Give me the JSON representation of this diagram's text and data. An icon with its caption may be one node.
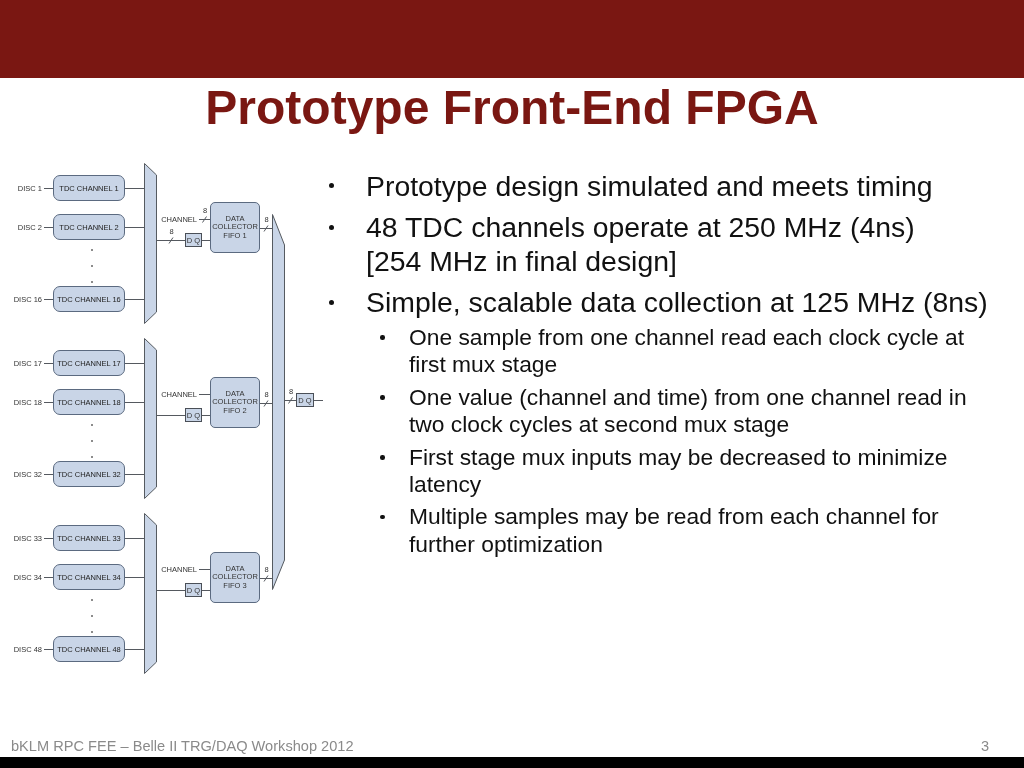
{
  "diagram": {
    "title": "Prototype Front-End FPGA",
    "nodes": [
      {
        "text": [
          "DISC 1"
        ]
      },
      {
        "text": [
          "TDC CHANNEL 1"
        ]
      },
      {
        "text": [
          "DISC 2"
        ]
      },
      {
        "text": [
          "TDC CHANNEL 2"
        ]
      },
      {
        "text": [
          "DISC 16"
        ]
      },
      {
        "text": [
          "TDC CHANNEL 16"
        ]
      },
      {
        "text": [],
        "shape": "trapezoid"
      },
      {
        "text": [
          "CHANNEL"
        ]
      },
      {
        "text": [
          "D Q"
        ]
      },
      {
        "text": [
          "DATA COLLECTOR FIFO 1"
        ]
      },
      {
        "text": [
          "DISC 17"
        ]
      },
      {
        "text": [
          "TDC CHANNEL 17"
        ]
      },
      {
        "text": [
          "DISC 18"
        ]
      },
      {
        "text": [
          "TDC CHANNEL 18"
        ]
      },
      {
        "text": [
          "DISC 32"
        ]
      },
      {
        "text": [
          "TDC CHANNEL 32"
        ]
      },
      {
        "text": [],
        "shape": "trapezoid"
      },
      {
        "text": [
          "CHANNEL"
        ]
      },
      {
        "text": [
          "D Q"
        ]
      },
      {
        "text": [
          "DATA COLLECTOR FIFO 2"
        ]
      },
      {
        "text": [
          "DISC 33"
        ]
      },
      {
        "text": [
          "TDC CHANNEL 33"
        ]
      },
      {
        "text": [
          "DISC 34"
        ]
      },
      {
        "text": [
          "TDC CHANNEL 34"
        ]
      },
      {
        "text": [
          "DISC 48"
        ]
      },
      {
        "text": [
          "TDC CHANNEL 48"
        ]
      },
      {
        "text": [],
        "shape": "trapezoid"
      },
      {
        "text": [
          "CHANNEL"
        ]
      },
      {
        "text": [
          "D Q"
        ]
      },
      {
        "text": [
          "DATA COLLECTOR FIFO 3"
        ]
      },
      {
        "text": [],
        "shape": "trapezoid"
      },
      {
        "text": [
          "D Q"
        ]
      }
    ],
    "edges": [
      {
        "from": 0,
        "to": 1,
        "arrow": "none"
      },
      {
        "from": 1,
        "to": 6,
        "arrow": "none"
      },
      {
        "from": 2,
        "to": 3,
        "arrow": "none"
      },
      {
        "from": 3,
        "to": 6,
        "arrow": "none"
      },
      {
        "from": 4,
        "to": 5,
        "arrow": "none"
      },
      {
        "from": 5,
        "to": 6,
        "arrow": "none"
      },
      {
        "from": 6,
        "to": 8,
        "arrow": "none",
        "label": "8"
      },
      {
        "from": 7,
        "to": 9,
        "arrow": "none",
        "label": "8"
      },
      {
        "from": 8,
        "to": 9,
        "arrow": "none"
      },
      {
        "from": 9,
        "to": 30,
        "arrow": "none",
        "label": "8"
      },
      {
        "from": 10,
        "to": 11,
        "arrow": "none"
      },
      {
        "from": 11,
        "to": 16,
        "arrow": "none"
      },
      {
        "from": 12,
        "to": 13,
        "arrow": "none"
      },
      {
        "from": 13,
        "to": 16,
        "arrow": "none"
      },
      {
        "from": 14,
        "to": 15,
        "arrow": "none"
      },
      {
        "from": 15,
        "to": 16,
        "arrow": "none"
      },
      {
        "from": 16,
        "to": 18,
        "arrow": "none"
      },
      {
        "from": 17,
        "to": 19,
        "arrow": "none"
      },
      {
        "from": 18,
        "to": 19,
        "arrow": "none"
      },
      {
        "from": 19,
        "to": 30,
        "arrow": "none",
        "label": "8"
      },
      {
        "from": 20,
        "to": 21,
        "arrow": "none"
      },
      {
        "from": 21,
        "to": 26,
        "arrow": "none"
      },
      {
        "from": 22,
        "to": 23,
        "arrow": "none"
      },
      {
        "from": 23,
        "to": 26,
        "arrow": "none"
      },
      {
        "from": 24,
        "to": 25,
        "arrow": "none"
      },
      {
        "from": 25,
        "to": 26,
        "arrow": "none"
      },
      {
        "from": 26,
        "to": 28,
        "arrow": "none"
      },
      {
        "from": 27,
        "to": 29,
        "arrow": "none"
      },
      {
        "from": 28,
        "to": 29,
        "arrow": "none"
      },
      {
        "from": 29,
        "to": 30,
        "arrow": "none",
        "label": "8"
      },
      {
        "from": 30,
        "to": 31,
        "arrow": "none",
        "label": "8"
      },
      {
        "from": 31,
        "to": null,
        "arrow": "none"
      }
    ],
    "labels": [
      "Prototype design simulated and meets timing",
      "48 TDC channels operate at 250 MHz (4ns) [254 MHz in final design]",
      "Simple, scalable data collection at 125 MHz (8ns)",
      "One sample from one channel read each clock cycle at first mux stage",
      "One value (channel and time) from one channel read in two clock cycles at second mux stage",
      "First stage mux inputs may be decreased to minimize latency",
      "Multiple samples may be read from each channel for further optimization",
      "bKLM RPC FEE – Belle II TRG/DAQ Workshop 2012",
      "3"
    ]
  }
}
